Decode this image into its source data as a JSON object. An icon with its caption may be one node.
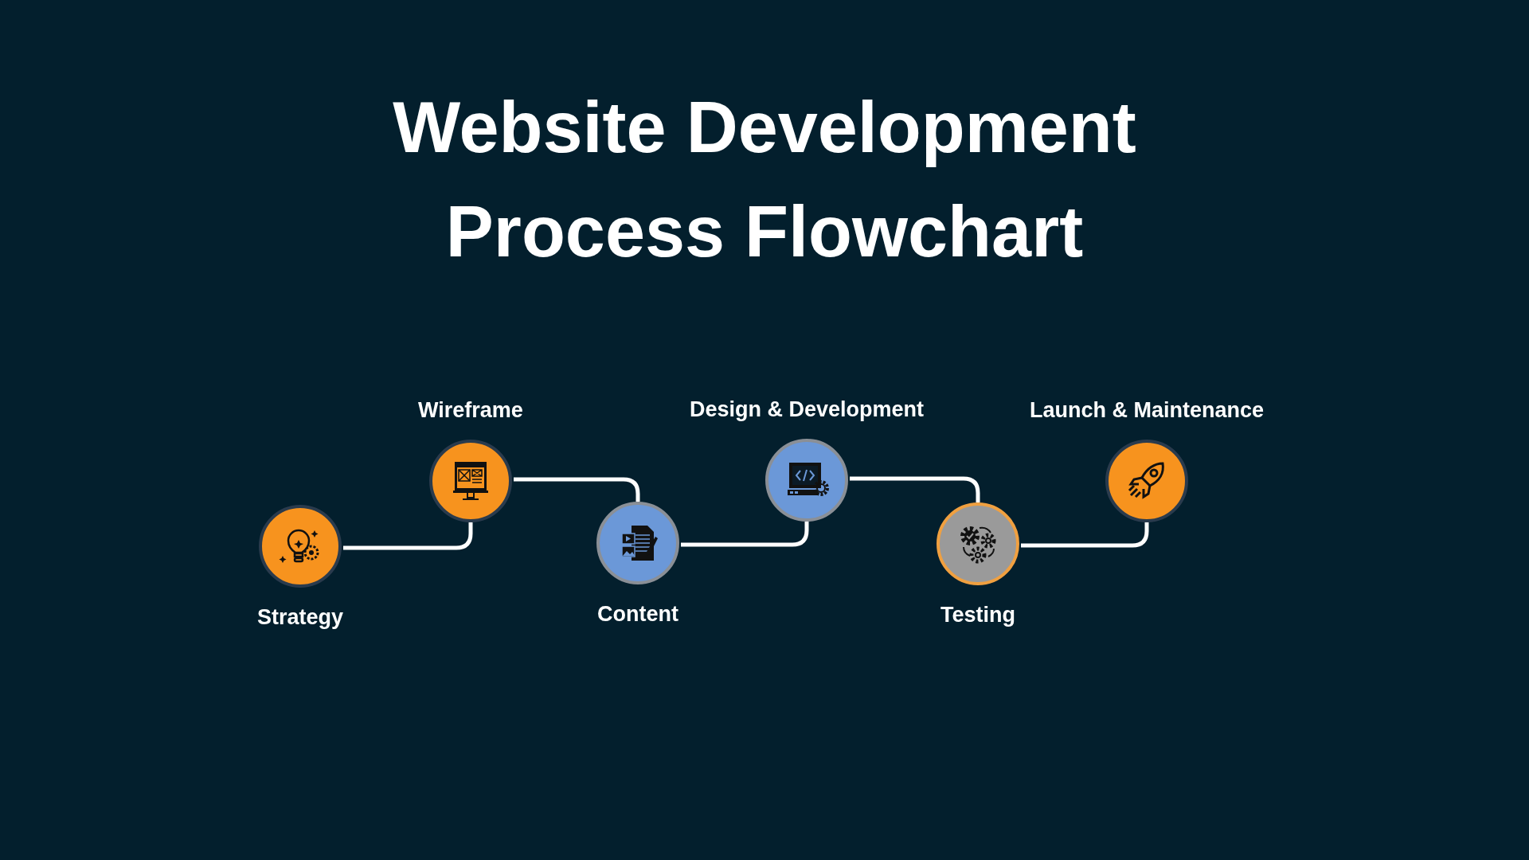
{
  "diagram": {
    "title": "Website Development Process Flowchart",
    "nodes": [
      {
        "text": [
          "Strategy"
        ]
      },
      {
        "text": [
          "Wireframe"
        ]
      },
      {
        "text": [
          "Content"
        ]
      },
      {
        "text": [
          "Design & Development"
        ]
      },
      {
        "text": [
          "Testing"
        ]
      },
      {
        "text": [
          "Launch & Maintenance"
        ]
      }
    ],
    "edges": [
      {
        "from": 0,
        "to": 1,
        "arrow": "none"
      },
      {
        "from": 1,
        "to": 2,
        "arrow": "none"
      },
      {
        "from": 2,
        "to": 3,
        "arrow": "none"
      },
      {
        "from": 3,
        "to": 4,
        "arrow": "none"
      },
      {
        "from": 4,
        "to": 5,
        "arrow": "none"
      }
    ]
  }
}
